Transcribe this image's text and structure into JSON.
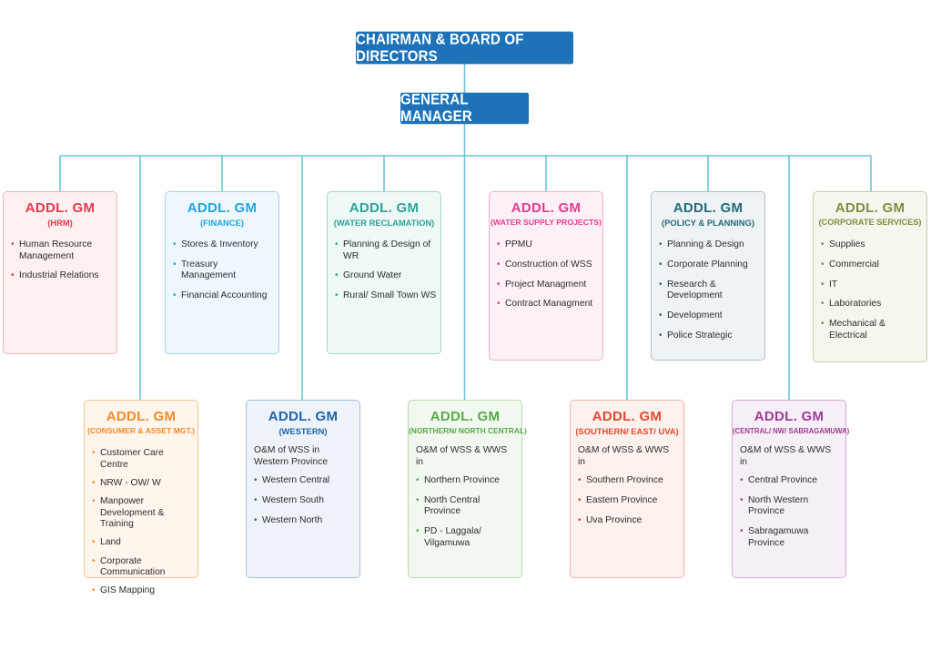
{
  "top": {
    "chairman": "CHAIRMAN & BOARD OF DIRECTORS",
    "gm": "GENERAL MANAGER"
  },
  "colors": {
    "connector": "#6ac3dc",
    "top_box": "#1e73b8"
  },
  "cards": [
    {
      "id": "hrm",
      "title": "ADDL. GM",
      "subtitle": "(HRM)",
      "color": "#e8394d",
      "bg": "#fdf0f0",
      "border": "#f1b2b6",
      "items": [
        "Human Resource Management",
        "Industrial Relations"
      ]
    },
    {
      "id": "finance",
      "title": "ADDL. GM",
      "subtitle": "(FINANCE)",
      "color": "#1da6e0",
      "bg": "#eef7fd",
      "border": "#9dd3ee",
      "items": [
        "Stores & Inventory",
        "Treasury Management",
        "Financial Accounting"
      ]
    },
    {
      "id": "water-reclamation",
      "title": "ADDL. GM",
      "subtitle": "(WATER RECLAMATION)",
      "color": "#2ba39a",
      "bg": "#eef8f6",
      "border": "#a3d6cf",
      "items": [
        "Planning & Design of WR",
        "Ground Water",
        "Rural/ Small Town WS"
      ]
    },
    {
      "id": "water-supply-projects",
      "title": "ADDL. GM",
      "subtitle": "(WATER SUPPLY PROJECTS)",
      "color": "#e53c8e",
      "bg": "#fdf0f6",
      "border": "#f2b0cf",
      "items": [
        "PPMU",
        "Construction of WSS",
        "Project Managment",
        "Contract Managment"
      ]
    },
    {
      "id": "policy-planning",
      "title": "ADDL. GM",
      "subtitle": "(POLICY & PLANNING)",
      "color": "#226a7a",
      "bg": "#eef3f5",
      "border": "#a9c0c8",
      "items": [
        "Planning & Design",
        "Corporate Planning",
        "Research & Development",
        "Development",
        "Police Strategic"
      ]
    },
    {
      "id": "corporate-services",
      "title": "ADDL. GM",
      "subtitle": "(CORPORATE SERVICES)",
      "color": "#7f8d3c",
      "bg": "#f5f6ee",
      "border": "#c7cca6",
      "items": [
        "Supplies",
        "Commercial",
        "IT",
        "Laboratories",
        "Mechanical & Electrical"
      ]
    },
    {
      "id": "consumer-asset",
      "title": "ADDL. GM",
      "subtitle": "(CONSUMER & ASSET MGT.)",
      "color": "#f08a2c",
      "bg": "#fef5ec",
      "border": "#f5c597",
      "items": [
        "Customer Care Centre",
        "NRW - OW/ W",
        "Manpower Development & Training",
        "Land",
        "Corporate Communication",
        "GIS Mapping"
      ]
    },
    {
      "id": "western",
      "title": "ADDL. GM",
      "subtitle": "(WESTERN)",
      "color": "#1d64a8",
      "bg": "#eef3f9",
      "border": "#a3bedb",
      "intro": "O&M of WSS in Western Province",
      "items": [
        "Western Central",
        "Western South",
        "Western North"
      ]
    },
    {
      "id": "northern-north-central",
      "title": "ADDL. GM",
      "subtitle": "(NORTHERN/ NORTH CENTRAL)",
      "color": "#58a94a",
      "bg": "#f1f8ef",
      "border": "#b7dbae",
      "intro": "O&M of WSS & WWS in",
      "items": [
        "Northern Province",
        "North Central Province",
        "PD - Laggala/ Vilgamuwa"
      ]
    },
    {
      "id": "southern-east-uva",
      "title": "ADDL. GM",
      "subtitle": "(SOUTHERN/ EAST/ UVA)",
      "color": "#e24a2c",
      "bg": "#fdf1ee",
      "border": "#f1b4a5",
      "intro": "O&M of WSS & WWS in",
      "items": [
        "Southern Province",
        "Eastern Province",
        "Uva Province"
      ]
    },
    {
      "id": "central-nw-sabragamuwa",
      "title": "ADDL. GM",
      "subtitle": "(CENTRAL/ NW/ SABRAGAMUWA)",
      "color": "#9c3d97",
      "bg": "#f7eff7",
      "border": "#d3abd1",
      "intro": "O&M of WSS & WWS in",
      "items": [
        "Central Province",
        "North Western Province",
        "Sabragamuwa Province"
      ]
    }
  ]
}
